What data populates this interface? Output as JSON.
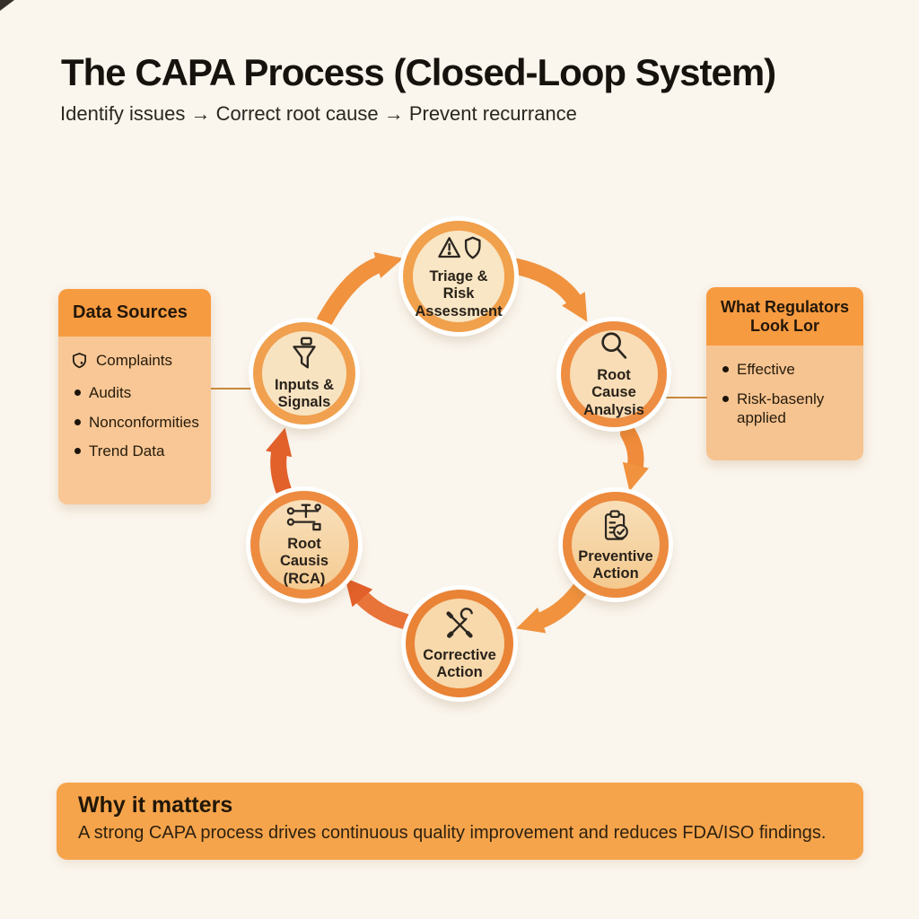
{
  "title": "The CAPA Process (Closed-Loop System)",
  "subtitle": "Identify issues → Correct root cause → Prevent recurrance",
  "left_panel": {
    "title": "Data Sources",
    "items": [
      {
        "icon": "shield-badge-icon",
        "label": "Complaints"
      },
      {
        "icon": "bullet-dot",
        "label": "Audits"
      },
      {
        "icon": "bullet-dot",
        "label": "Nonconformities"
      },
      {
        "icon": "bullet-dot",
        "label": "Trend Data"
      }
    ]
  },
  "right_panel": {
    "title": "What Regulators Look Lor",
    "items": [
      {
        "icon": "bullet-dot",
        "label": "Effective"
      },
      {
        "icon": "bullet-dot",
        "label": "Risk-basenly applied"
      }
    ]
  },
  "cycle_nodes": [
    {
      "id": "triage",
      "label": "Triage & Risk Assessment",
      "icon": "warning-shield-icon"
    },
    {
      "id": "root-cause-analysis",
      "label": "Root Cause Analysis",
      "icon": "magnifier-icon"
    },
    {
      "id": "preventive-action",
      "label": "Preventive Action",
      "icon": "clipboard-check-icon"
    },
    {
      "id": "corrective-action",
      "label": "Corrective Action",
      "icon": "crossed-tools-icon"
    },
    {
      "id": "root-causis-rca",
      "label": "Root Causis (RCA)",
      "icon": "fishbone-diagram-icon"
    },
    {
      "id": "inputs-signals",
      "label": "Inputs & Signals",
      "icon": "funnel-icon"
    }
  ],
  "footer": {
    "title": "Why it matters",
    "text": "A strong CAPA process drives continuous quality improvement and reduces FDA/ISO findings."
  },
  "colors": {
    "background": "#faf5ed",
    "panel_header_orange": "#f79b40",
    "panel_body_orange": "#f8c795",
    "node_ring_orange": "#ee8e42",
    "node_fill_cream": "#f8ddb6",
    "arrow_orange": "#f0923e",
    "arrow_red_orange": "#e2602a",
    "banner_orange": "#f6a44b",
    "text_dark": "#1c1913"
  }
}
